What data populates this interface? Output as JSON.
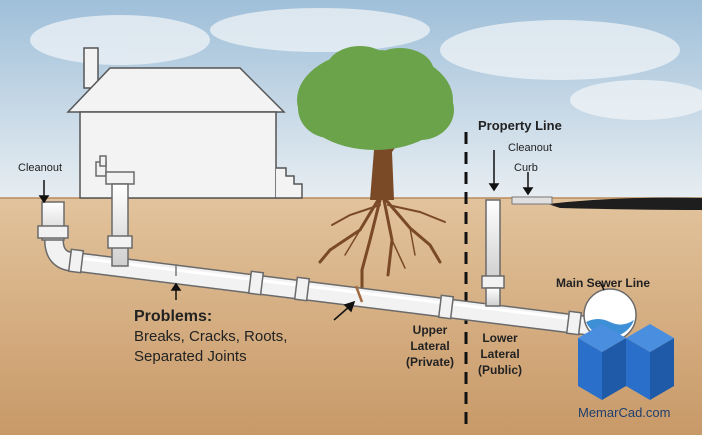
{
  "labels": {
    "cleanout_left": "Cleanout",
    "property_line": "Property Line",
    "cleanout_right": "Cleanout",
    "curb": "Curb",
    "main_sewer_line": "Main Sewer Line",
    "problems_title": "Problems:",
    "problems_line1": "Breaks, Cracks, Roots,",
    "problems_line2": "Separated Joints",
    "upper_lateral_1": "Upper",
    "upper_lateral_2": "Lateral",
    "upper_lateral_3": "(Private)",
    "lower_lateral_1": "Lower",
    "lower_lateral_2": "Lateral",
    "lower_lateral_3": "(Public)"
  },
  "watermark": {
    "text": "MemarCad.com"
  },
  "colors": {
    "sky_top": "#9fbfd9",
    "sky_bottom": "#e8eef2",
    "ground_top": "#e2c39c",
    "ground_bottom": "#c89968",
    "house": "#f3f3f3",
    "tree_foliage": "#6ba34a",
    "trunk": "#7a4a26",
    "pipe": "#f2f2f2",
    "water": "#3d8fd6",
    "logo_blue": "#2a6fc9"
  }
}
